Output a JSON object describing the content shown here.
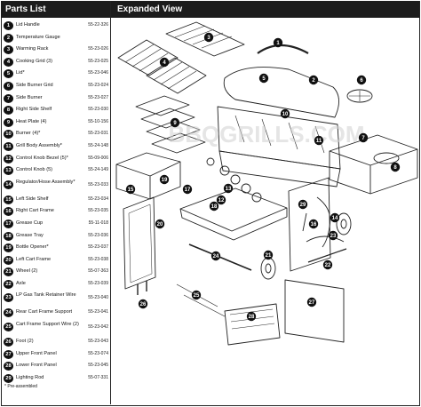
{
  "parts_list": {
    "title": "Parts List",
    "items": [
      {
        "num": "1",
        "name": "Lid Handle",
        "code": "55-22-326"
      },
      {
        "num": "2",
        "name": "Temperature Gauge",
        "code": ""
      },
      {
        "num": "3",
        "name": "Warming Rack",
        "code": "55-23-026"
      },
      {
        "num": "4",
        "name": "Cooking Grid (3)",
        "code": "55-23-025"
      },
      {
        "num": "5",
        "name": "Lid*",
        "code": "55-23-046"
      },
      {
        "num": "6",
        "name": "Side Burner Grid",
        "code": "55-23-024"
      },
      {
        "num": "7",
        "name": "Side Burner",
        "code": "55-23-027"
      },
      {
        "num": "8",
        "name": "Right Side Shelf",
        "code": "55-23-030"
      },
      {
        "num": "9",
        "name": "Heat Plate (4)",
        "code": "55-10-156"
      },
      {
        "num": "10",
        "name": "Burner (4)*",
        "code": "55-23-031"
      },
      {
        "num": "11",
        "name": "Grill Body Assembly*",
        "code": "55-24-148"
      },
      {
        "num": "12",
        "name": "Control Knob Bezel (5)*",
        "code": "55-09-006"
      },
      {
        "num": "13",
        "name": "Control Knob (5)",
        "code": "55-24-149"
      },
      {
        "num": "14",
        "name": "Regulator/Hose Assembly*",
        "code": "55-23-033"
      },
      {
        "num": "15",
        "name": "Left Side Shelf",
        "code": "55-23-034"
      },
      {
        "num": "16",
        "name": "Right Cart Frame",
        "code": "55-23-035"
      },
      {
        "num": "17",
        "name": "Grease Cup",
        "code": "55-11-018"
      },
      {
        "num": "18",
        "name": "Grease Tray",
        "code": "55-23-036"
      },
      {
        "num": "19",
        "name": "Bottle Opener*",
        "code": "55-23-037"
      },
      {
        "num": "20",
        "name": "Left Cart Frame",
        "code": "55-23-038"
      },
      {
        "num": "21",
        "name": "Wheel (2)",
        "code": "55-07-363"
      },
      {
        "num": "22",
        "name": "Axle",
        "code": "55-23-039"
      },
      {
        "num": "23",
        "name": "LP Gas Tank Retainer Wire",
        "code": "55-23-040"
      },
      {
        "num": "24",
        "name": "Rear Cart Frame Support",
        "code": "55-23-041"
      },
      {
        "num": "25",
        "name": "Cart Frame Support Wire (2)",
        "code": "55-23-042"
      },
      {
        "num": "26",
        "name": "Foot (2)",
        "code": "55-23-043"
      },
      {
        "num": "27",
        "name": "Upper Front Panel",
        "code": "55-23-074"
      },
      {
        "num": "28",
        "name": "Lower Front Panel",
        "code": "55-23-045"
      },
      {
        "num": "29",
        "name": "Lighting Rod",
        "code": "55-07-331"
      }
    ],
    "footnote": "* Pre-assembled"
  },
  "view": {
    "title": "Expanded View",
    "watermark": "BBQGRILLS.COM",
    "callouts": [
      "1",
      "2",
      "3",
      "4",
      "5",
      "6",
      "7",
      "8",
      "9",
      "10",
      "11",
      "12",
      "13",
      "14",
      "15",
      "16",
      "17",
      "18",
      "19",
      "20",
      "21",
      "22",
      "23",
      "24",
      "25",
      "26",
      "27",
      "28",
      "29"
    ]
  }
}
